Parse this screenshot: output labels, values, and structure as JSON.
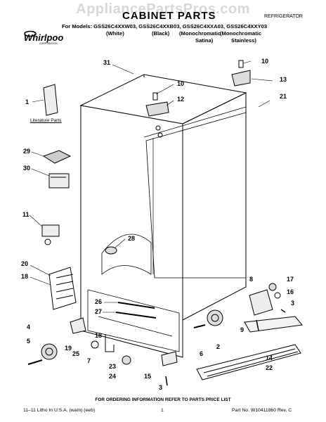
{
  "watermark": "AppliancePartsPros.com",
  "header": {
    "title": "CABINET PARTS",
    "category": "REFRIGERATOR",
    "brand": "Whirlpool",
    "brand_sub": "CORPORATION",
    "models_line": "For Models: GSS26C4XXW03, GSS26C4XXB03, GSS26C4XXA03, GSS26C4XXY03",
    "variants": [
      "(White)",
      "(Black)",
      "(Monochromatic",
      "(Monochromatic",
      "Satina)",
      "Stainless)"
    ]
  },
  "literature_label": "Literature Parts",
  "callouts": [
    "31",
    "10",
    "13",
    "21",
    "10",
    "12",
    "1",
    "29",
    "30",
    "11",
    "28",
    "20",
    "18",
    "26",
    "27",
    "8",
    "17",
    "16",
    "3",
    "4",
    "5",
    "19",
    "18",
    "7",
    "25",
    "23",
    "24",
    "15",
    "3",
    "9",
    "6",
    "2",
    "14",
    "22"
  ],
  "footer": {
    "note": "FOR ORDERING INFORMATION REFER TO PARTS PRICE LIST",
    "left": "11–11 Litho In U.S.A. (wam) (eeb)",
    "page": "1",
    "right": "Part No. W10411860 Rev. C"
  }
}
